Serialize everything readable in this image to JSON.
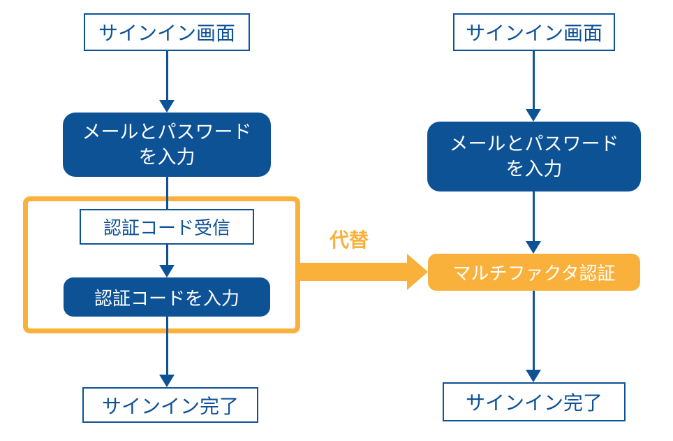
{
  "diagram_type": "flowchart",
  "colors": {
    "primary_blue": "#0E5296",
    "accent_orange": "#F9B13C",
    "box_text_light": "#FFFFFF",
    "background": "#FFFFFF"
  },
  "left_flow": {
    "signin_screen": "サインイン画面",
    "enter_credentials": "メールとパスワード\nを入力",
    "receive_code": "認証コード受信",
    "enter_code": "認証コードを入力",
    "signin_done": "サインイン完了"
  },
  "right_flow": {
    "signin_screen": "サインイン画面",
    "enter_credentials": "メールとパスワード\nを入力",
    "mfa": "マルチファクタ認証",
    "signin_done": "サインイン完了"
  },
  "alternative": {
    "label": "代替"
  }
}
